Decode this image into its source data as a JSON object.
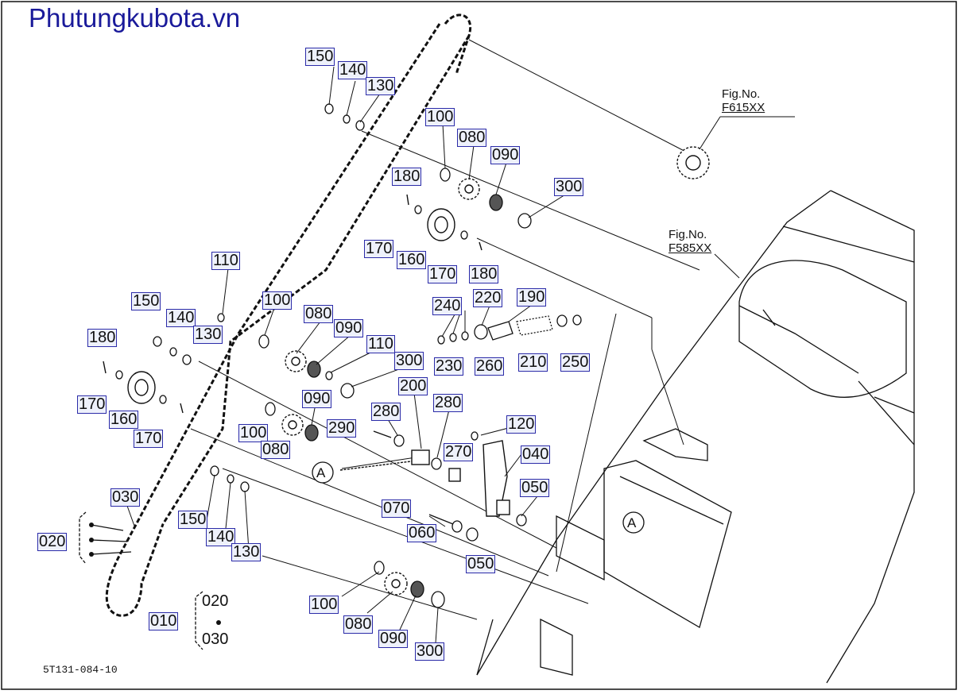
{
  "watermark": "Phutungkubota.vn",
  "drawing_number": "5T131-084-10",
  "figure_refs": [
    {
      "label": "Fig.No.",
      "number": "F615XX"
    },
    {
      "label": "Fig.No.",
      "number": "F585XX"
    }
  ],
  "ref_marker": "A",
  "callouts": [
    "150",
    "140",
    "130",
    "100",
    "080",
    "090",
    "180",
    "300",
    "170",
    "160",
    "170",
    "180",
    "110",
    "100",
    "080",
    "150",
    "140",
    "130",
    "090",
    "110",
    "180",
    "300",
    "240",
    "220",
    "190",
    "170",
    "160",
    "170",
    "230",
    "260",
    "210",
    "250",
    "200",
    "280",
    "280",
    "290",
    "100",
    "080",
    "090",
    "120",
    "270",
    "040",
    "050",
    "070",
    "060",
    "050",
    "030",
    "020",
    "150",
    "140",
    "130",
    "010",
    "100",
    "080",
    "090",
    "300"
  ],
  "kit_group": {
    "top": "020",
    "bottom": "030"
  },
  "colors": {
    "callout_border": "#2b2ba8",
    "callout_fill": "#eef1fb",
    "watermark": "#1a1a9a"
  }
}
